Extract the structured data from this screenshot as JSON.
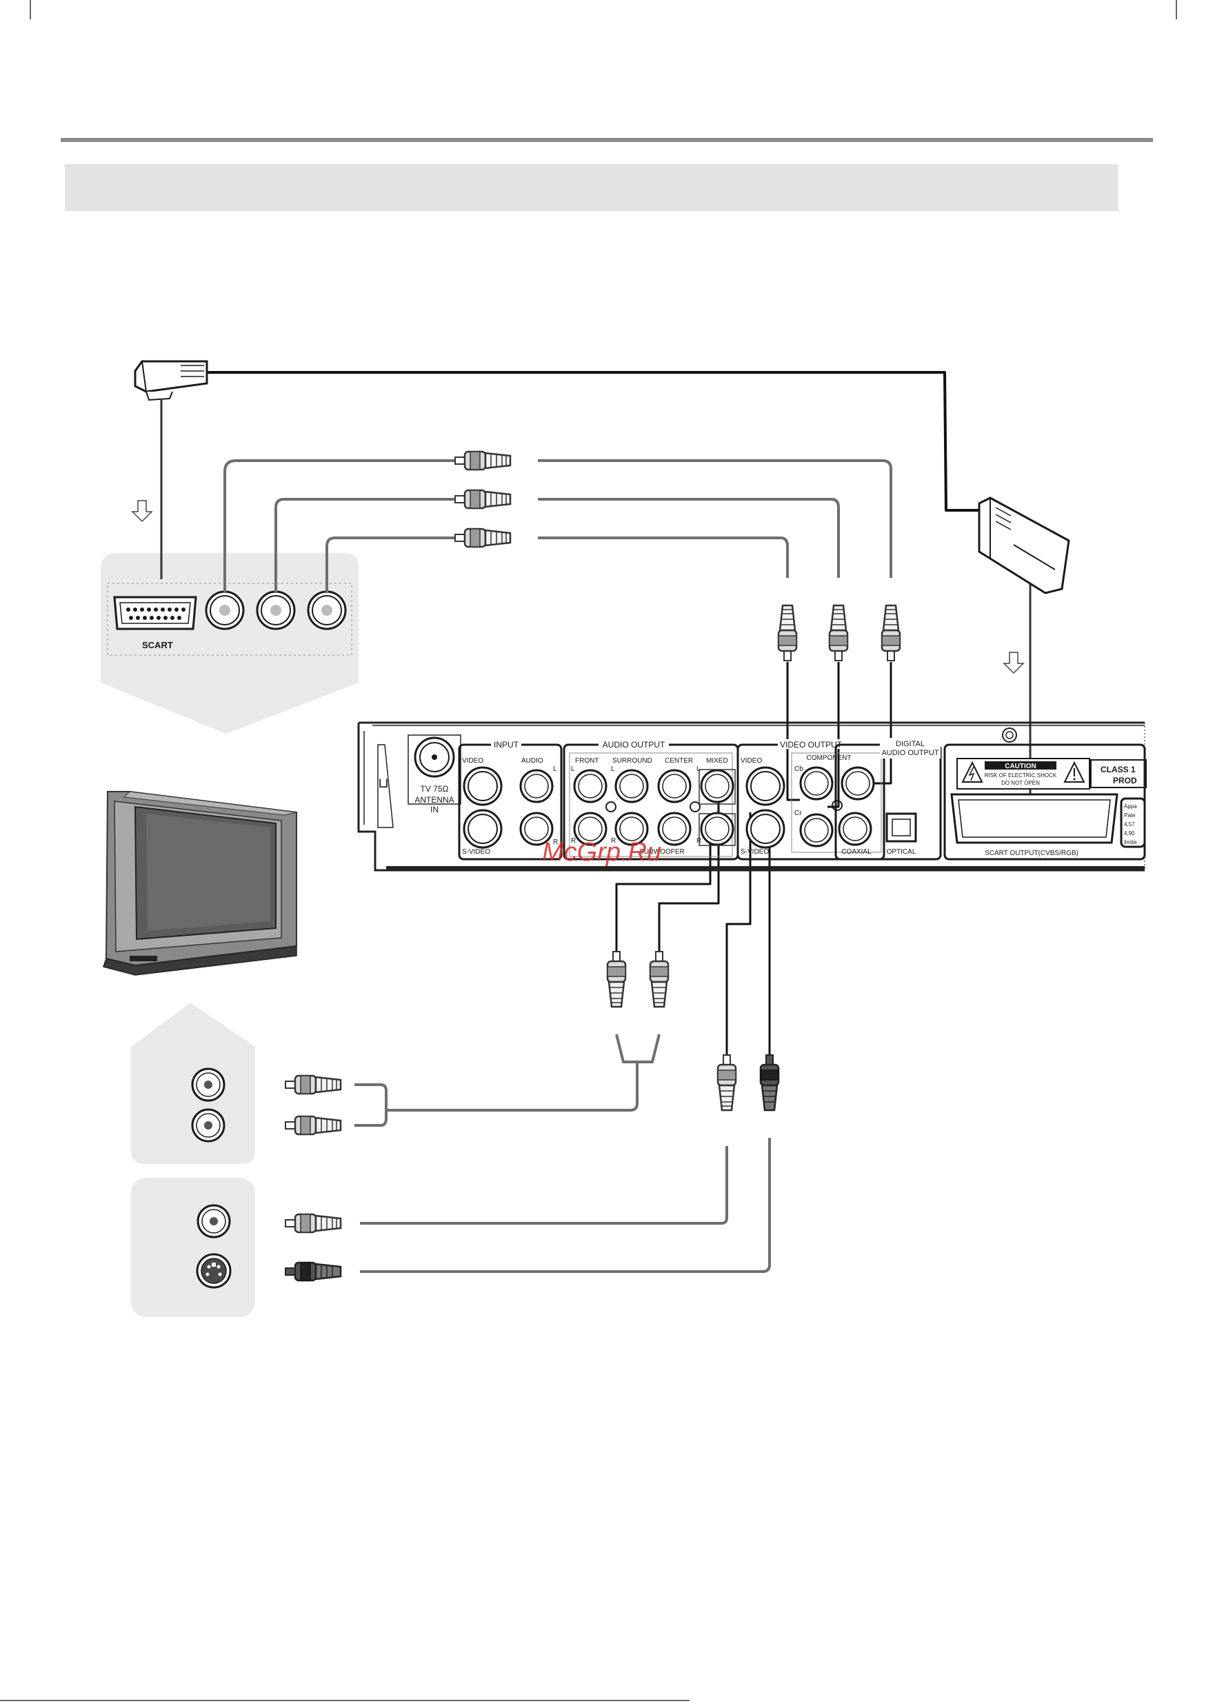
{
  "colors": {
    "rule": "#8c8c8c",
    "header_band": "#e3e3e3",
    "panel_fill": "#e9e9e9",
    "cable": "#6e6e6e",
    "scart_cable": "#111111",
    "device_outline": "#222222",
    "tv_body": "#8a8a8a",
    "tv_screen": "#5c5c5c",
    "watermark": "#d62a2a"
  },
  "tv_panel": {
    "scart_label": "SCART"
  },
  "watermark": "McGrp.Ru",
  "device": {
    "antenna_value": "TV 75Ω",
    "antenna_label_1": "ANTENNA",
    "antenna_label_2": "IN",
    "input_title": "INPUT",
    "input_video": "VIDEO",
    "input_audio": "AUDIO",
    "input_svideo": "S-VIDEO",
    "input_l": "L",
    "input_r": "R",
    "audio_output_title": "AUDIO OUTPUT",
    "front": "FRONT",
    "surround": "SURROUND",
    "center": "CENTER",
    "mixed": "MIXED",
    "subwoofer": "SUBWOOFER",
    "ao_l1": "L",
    "ao_l2": "L",
    "ao_l3": "L",
    "ao_r1": "R",
    "ao_r2": "R",
    "ao_r3": "R",
    "video_output_title": "VIDEO OUTPUT",
    "vo_video": "VIDEO",
    "vo_svideo": "S-VIDEO",
    "component": "COMPONENT",
    "cb": "Cb",
    "cr": "Cr",
    "digital_1": "DIGITAL",
    "digital_2": "AUDIO OUTPUT",
    "coaxial": "COAXIAL",
    "optical": "OPTICAL",
    "caution": "CAUTION",
    "caution_line1": "RISK OF ELECTRIC SHOCK",
    "caution_line2": "DO NOT OPEN",
    "class_1": "CLASS 1",
    "class_2": "PROD",
    "scart_output": "SCART OUTPUT(CVBS/RGB)",
    "patent_1": "Appa",
    "patent_2": "Pate",
    "patent_3": "4,57",
    "patent_4": "4,90",
    "patent_5": "limite"
  }
}
